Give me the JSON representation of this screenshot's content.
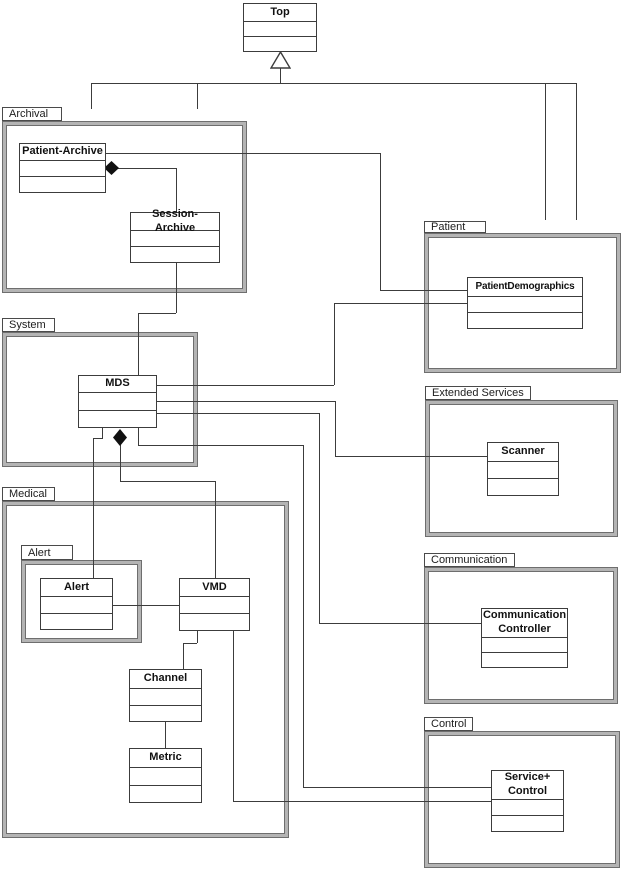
{
  "colors": {
    "background": "#ffffff",
    "package_fill": "#b4b4b4",
    "package_border": "#6e6e6e",
    "class_border": "#3c3c3c",
    "connector": "#3c3c3c",
    "diamond_fill": "#111111",
    "text": "#111111"
  },
  "packages": {
    "archival": "Archival",
    "system": "System",
    "medical": "Medical",
    "alert": "Alert",
    "patient": "Patient",
    "extended_services": "Extended Services",
    "communication": "Communication",
    "control": "Control"
  },
  "classes": {
    "top": "Top",
    "patient_archive": "Patient-Archive",
    "session_archive": "Session-Archive",
    "mds": "MDS",
    "patient_demographics": "PatientDemographics",
    "scanner": "Scanner",
    "alert": "Alert",
    "vmd": "VMD",
    "channel": "Channel",
    "metric": "Metric",
    "communication_controller": "Communication Controller",
    "service_control": "Service+ Control"
  },
  "icons": {
    "inheritance_arrow": "hollow-triangle-up",
    "composition": "filled-diamond"
  }
}
